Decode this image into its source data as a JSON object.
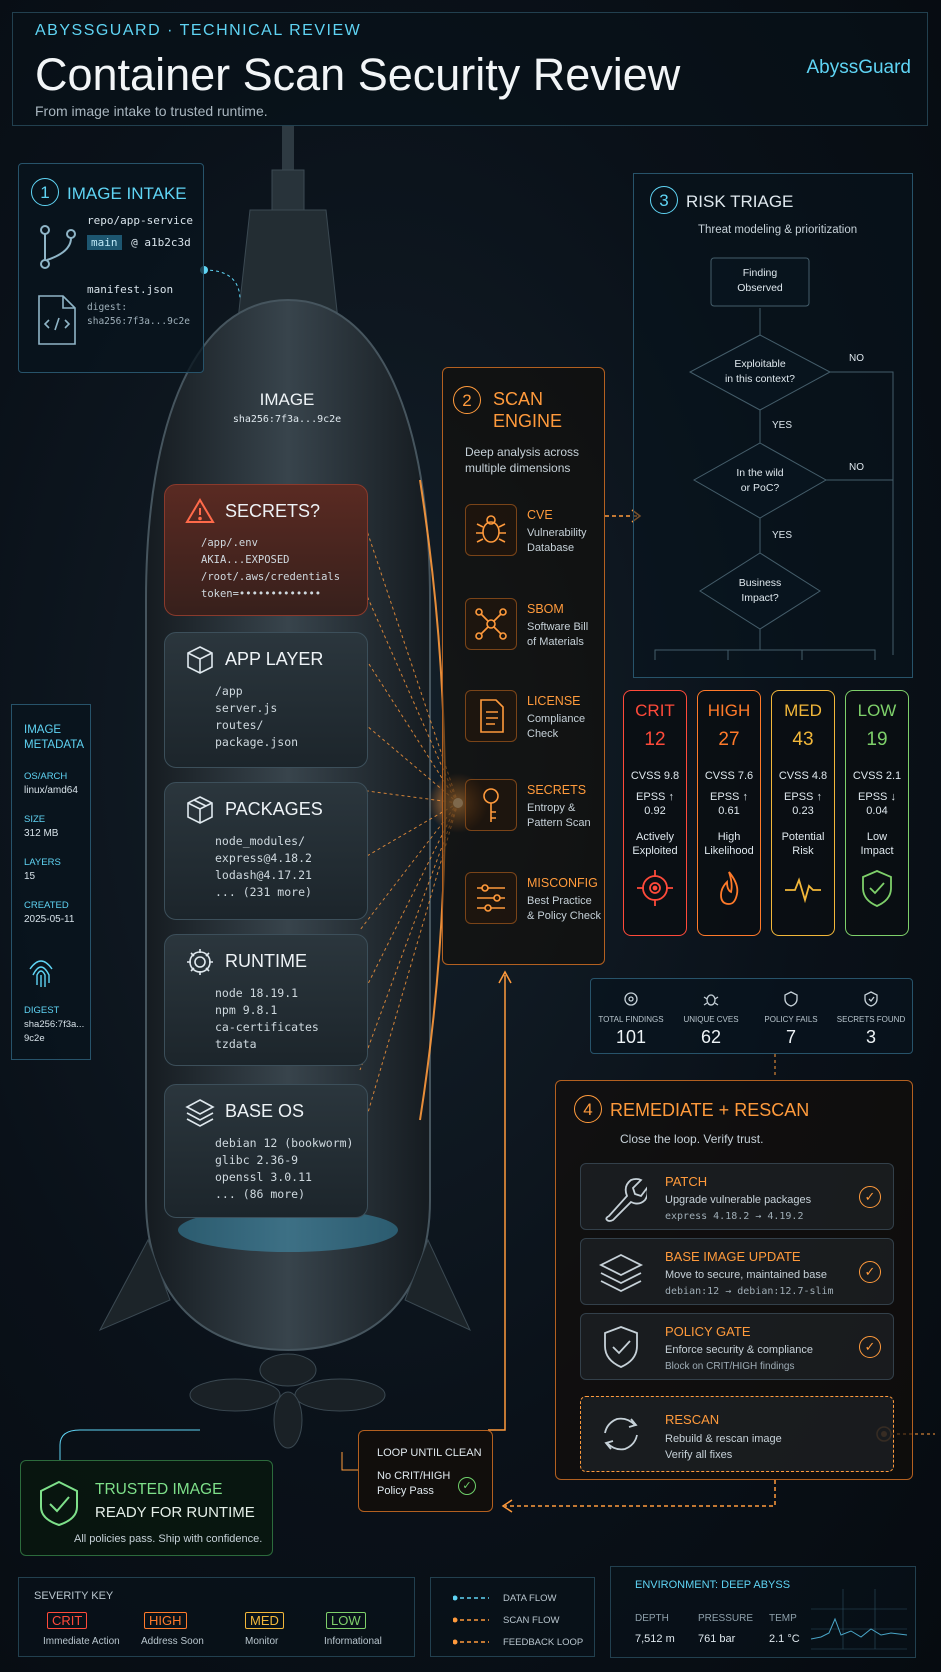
{
  "header": {
    "kicker": "ABYSSGUARD · TECHNICAL REVIEW",
    "title": "Container Scan Security Review",
    "subtitle": "From image intake to trusted runtime.",
    "brand": "AbyssGuard"
  },
  "intake": {
    "num": "1",
    "title": "IMAGE INTAKE",
    "repo": "repo/app-service",
    "branch": "main",
    "commit": "@ a1b2c3d",
    "manifest": "manifest.json",
    "digest_label": "digest:",
    "digest": "sha256:7f3a...9c2e"
  },
  "metadata": {
    "title_1": "IMAGE",
    "title_2": "METADATA",
    "os_label": "OS/ARCH",
    "os_value": "linux/amd64",
    "size_label": "SIZE",
    "size_value": "312 MB",
    "layers_label": "LAYERS",
    "layers_value": "15",
    "created_label": "CREATED",
    "created_value": "2025-05-11",
    "digest_label": "DIGEST",
    "digest_value_1": "sha256:7f3a...",
    "digest_value_2": "9c2e"
  },
  "image": {
    "label": "IMAGE",
    "digest": "sha256:7f3a...9c2e",
    "layers": [
      {
        "title": "SECRETS?",
        "lines": [
          "/app/.env",
          "AKIA...EXPOSED",
          "/root/.aws/credentials",
          "token=•••••••••••••"
        ]
      },
      {
        "title": "APP LAYER",
        "lines": [
          "/app",
          "server.js",
          "routes/",
          "package.json"
        ]
      },
      {
        "title": "PACKAGES",
        "lines": [
          "node_modules/",
          "express@4.18.2",
          "lodash@4.17.21",
          "... (231 more)"
        ]
      },
      {
        "title": "RUNTIME",
        "lines": [
          "node 18.19.1",
          "npm 9.8.1",
          "ca-certificates",
          "tzdata"
        ]
      },
      {
        "title": "BASE OS",
        "lines": [
          "debian 12 (bookworm)",
          "glibc 2.36-9",
          "openssl 3.0.11",
          "... (86 more)"
        ]
      }
    ]
  },
  "scan": {
    "num": "2",
    "title_1": "SCAN",
    "title_2": "ENGINE",
    "desc_1": "Deep analysis across",
    "desc_2": "multiple dimensions",
    "engines": [
      {
        "name": "CVE",
        "d1": "Vulnerability",
        "d2": "Database",
        "icon": "bug-icon"
      },
      {
        "name": "SBOM",
        "d1": "Software Bill",
        "d2": "of Materials",
        "icon": "network-icon"
      },
      {
        "name": "LICENSE",
        "d1": "Compliance",
        "d2": "Check",
        "icon": "document-icon"
      },
      {
        "name": "SECRETS",
        "d1": "Entropy &",
        "d2": "Pattern Scan",
        "icon": "key-icon"
      },
      {
        "name": "MISCONFIG",
        "d1": "Best Practice",
        "d2": "& Policy Check",
        "icon": "sliders-icon"
      }
    ]
  },
  "triage": {
    "num": "3",
    "title": "RISK TRIAGE",
    "subtitle": "Threat modeling & prioritization",
    "start_1": "Finding",
    "start_2": "Observed",
    "q1_1": "Exploitable",
    "q1_2": "in this context?",
    "q2_1": "In the wild",
    "q2_2": "or PoC?",
    "q3_1": "Business",
    "q3_2": "Impact?",
    "yes": "YES",
    "no": "NO"
  },
  "severity": [
    {
      "name": "CRIT",
      "count": "12",
      "cvss": "CVSS 9.8",
      "epss": "EPSS ↑ 0.92",
      "l1": "Actively",
      "l2": "Exploited",
      "color": "#ff4a3a",
      "icon": "target-icon"
    },
    {
      "name": "HIGH",
      "count": "27",
      "cvss": "CVSS 7.6",
      "epss": "EPSS ↑ 0.61",
      "l1": "High",
      "l2": "Likelihood",
      "color": "#ff7a2a",
      "icon": "flame-icon"
    },
    {
      "name": "MED",
      "count": "43",
      "cvss": "CVSS 4.8",
      "epss": "EPSS ↑ 0.23",
      "l1": "Potential",
      "l2": "Risk",
      "color": "#f2b73a",
      "icon": "pulse-icon"
    },
    {
      "name": "LOW",
      "count": "19",
      "cvss": "CVSS 2.1",
      "epss": "EPSS ↓ 0.04",
      "l1": "Low",
      "l2": "Impact",
      "color": "#7ed06a",
      "icon": "shield-check-icon"
    }
  ],
  "totals": [
    {
      "label": "TOTAL FINDINGS",
      "value": "101"
    },
    {
      "label": "UNIQUE CVES",
      "value": "62"
    },
    {
      "label": "POLICY FAILS",
      "value": "7"
    },
    {
      "label": "SECRETS FOUND",
      "value": "3"
    }
  ],
  "remediate": {
    "num": "4",
    "title": "REMEDIATE + RESCAN",
    "subtitle": "Close the loop. Verify trust.",
    "steps": [
      {
        "name": "PATCH",
        "desc": "Upgrade vulnerable packages",
        "extra": "express 4.18.2 → 4.19.2",
        "icon": "wrench-icon"
      },
      {
        "name": "BASE IMAGE UPDATE",
        "desc": "Move to secure, maintained base",
        "extra": "debian:12 → debian:12.7-slim",
        "icon": "layers-icon"
      },
      {
        "name": "POLICY GATE",
        "desc": "Enforce security & compliance",
        "extra": "Block on CRIT/HIGH findings",
        "icon": "shield-icon"
      },
      {
        "name": "RESCAN",
        "desc": "Rebuild & rescan image",
        "extra": "Verify all fixes",
        "icon": "refresh-icon"
      }
    ]
  },
  "loop": {
    "title": "LOOP UNTIL CLEAN",
    "l1": "No CRIT/HIGH",
    "l2": "Policy Pass"
  },
  "trusted": {
    "t1": "TRUSTED IMAGE",
    "t2": "READY FOR RUNTIME",
    "t3": "All policies pass. Ship with confidence."
  },
  "sevkey": {
    "title": "SEVERITY KEY",
    "items": [
      {
        "name": "CRIT",
        "desc": "Immediate Action",
        "color": "#ff4a3a"
      },
      {
        "name": "HIGH",
        "desc": "Address Soon",
        "color": "#ff7a2a"
      },
      {
        "name": "MED",
        "desc": "Monitor",
        "color": "#f2b73a"
      },
      {
        "name": "LOW",
        "desc": "Informational",
        "color": "#7ed06a"
      }
    ]
  },
  "legend": {
    "data": "DATA FLOW",
    "scan": "SCAN FLOW",
    "feedback": "FEEDBACK LOOP"
  },
  "env": {
    "title": "ENVIRONMENT: DEEP ABYSS",
    "depth_label": "DEPTH",
    "depth": "7,512 m",
    "pressure_label": "PRESSURE",
    "pressure": "761 bar",
    "temp_label": "TEMP",
    "temp": "2.1 °C"
  }
}
